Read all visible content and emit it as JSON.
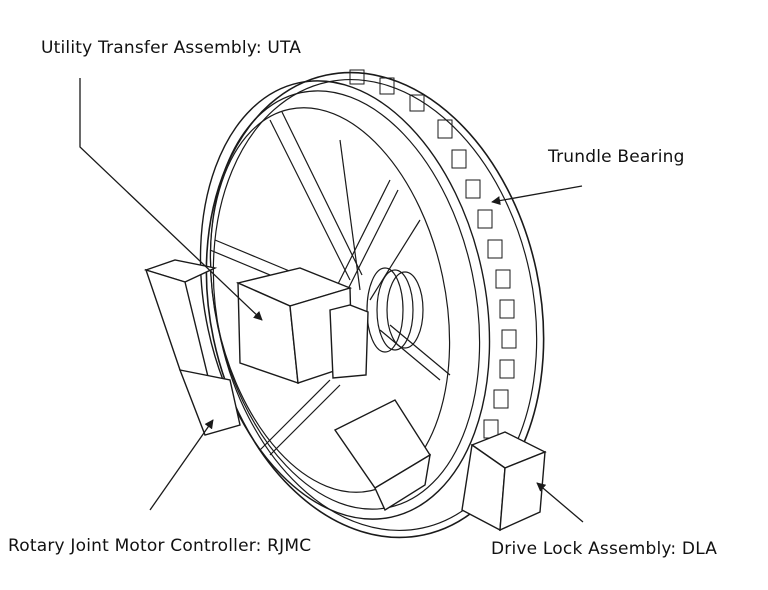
{
  "diagram": {
    "subject": "Rotary joint assembly line drawing",
    "labels": {
      "uta": "Utility Transfer Assembly: UTA",
      "trundle_bearing": "Trundle Bearing",
      "rjmc": "Rotary Joint Motor Controller: RJMC",
      "dla": "Drive Lock Assembly: DLA"
    },
    "line_color": "#1a1a1a"
  }
}
